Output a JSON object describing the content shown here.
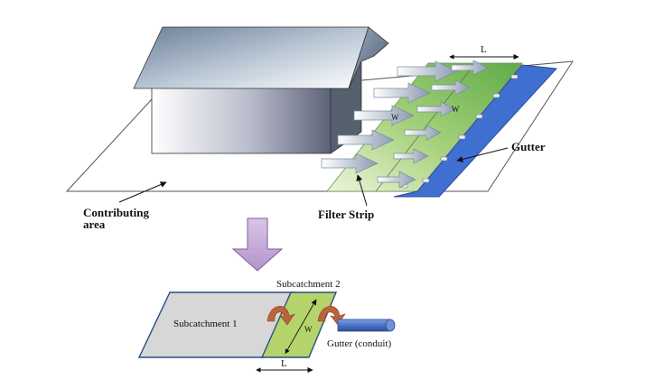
{
  "top_diagram": {
    "contributing_area_label_line1": "Contributing",
    "contributing_area_label_line2": "area",
    "filter_strip_label": "Filter Strip",
    "gutter_label": "Gutter",
    "length_label": "L",
    "width_label_1": "W",
    "width_label_2": "W"
  },
  "bottom_diagram": {
    "subcatchment1_label": "Subcatchment 1",
    "subcatchment2_label": "Subcatchment 2",
    "width_label": "W",
    "length_label": "L",
    "gutter_conduit_label": "Gutter (conduit)"
  },
  "colors": {
    "strip_green": "#8fc46a",
    "gutter_blue": "#3f6fd0",
    "down_arrow_purple": "#c3a7d6",
    "flow_arrow_orange": "#b9643a",
    "subcatchment1_gray": "#d7d7d7",
    "subcatchment2_green": "#b5d36b",
    "conduit_blue": "#4a73c8"
  }
}
